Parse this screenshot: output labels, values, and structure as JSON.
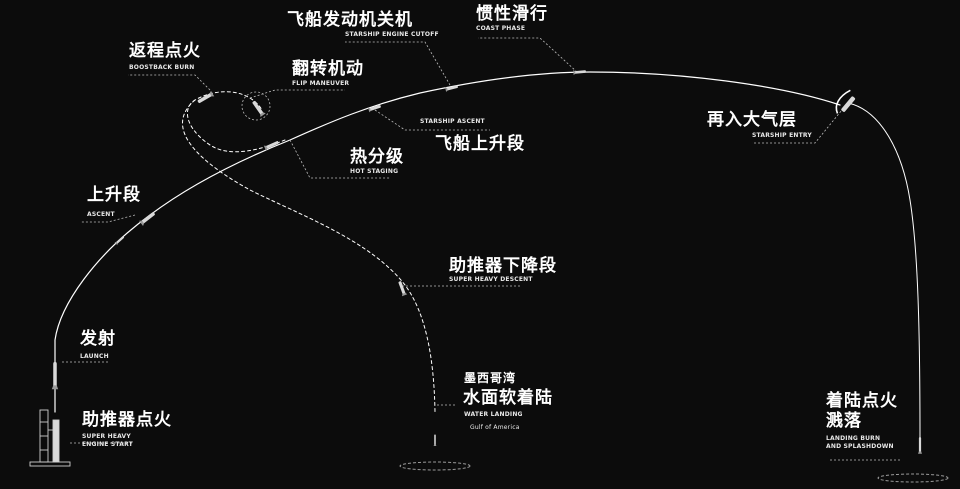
{
  "colors": {
    "background": "#0c0c0c",
    "trajectory": "#ffffff",
    "leader": "#bdbdbd",
    "text": "#ffffff"
  },
  "stages": [
    {
      "id": "booster-ignition",
      "zh": "助推器点火",
      "en": [
        "SUPER HEAVY",
        "ENGINE START"
      ]
    },
    {
      "id": "launch",
      "zh": "发射",
      "en": [
        "LAUNCH"
      ]
    },
    {
      "id": "ascent",
      "zh": "上升段",
      "en": [
        "ASCENT"
      ]
    },
    {
      "id": "boostback-burn",
      "zh": "返程点火",
      "en": [
        "BOOSTBACK BURN"
      ]
    },
    {
      "id": "flip-maneuver",
      "zh": "翻转机动",
      "en": [
        "FLIP MANEUVER"
      ]
    },
    {
      "id": "hot-staging",
      "zh": "热分级",
      "en": [
        "HOT STAGING"
      ]
    },
    {
      "id": "starship-ascent",
      "zh": "飞船上升段",
      "en": [
        "STARSHIP ASCENT"
      ]
    },
    {
      "id": "engine-cutoff",
      "zh": "飞船发动机关机",
      "en": [
        "STARSHIP ENGINE CUTOFF"
      ]
    },
    {
      "id": "coast-phase",
      "zh": "惯性滑行",
      "en": [
        "COAST PHASE"
      ]
    },
    {
      "id": "starship-entry",
      "zh": "再入大气层",
      "en": [
        "STARSHIP ENTRY"
      ]
    },
    {
      "id": "super-heavy-descent",
      "zh": "助推器下降段",
      "en": [
        "SUPER HEAVY DESCENT"
      ]
    },
    {
      "id": "water-landing",
      "zh_top": "墨西哥湾",
      "zh": "水面软着陆",
      "en": [
        "WATER LANDING"
      ],
      "sub": "Gulf of America"
    },
    {
      "id": "landing-burn",
      "zh": "着陆点火",
      "zh2": "溅落",
      "en": [
        "LANDING BURN",
        "AND SPLASHDOWN"
      ]
    }
  ]
}
